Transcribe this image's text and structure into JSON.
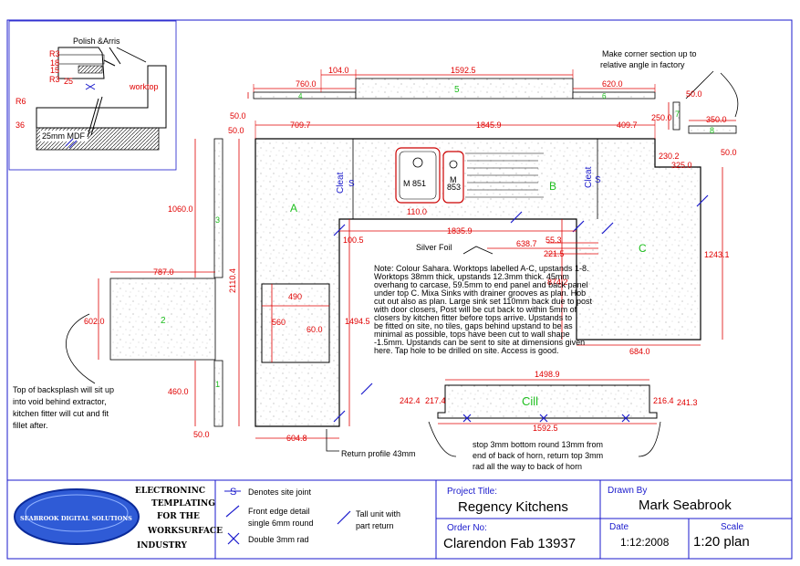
{
  "detail": {
    "polish_label": "Polish &Arris",
    "r3_a": "R3",
    "r3_b": "R3",
    "d18": "18",
    "d15": "15",
    "d25": "25",
    "r6": "R6",
    "d36": "36",
    "mdf": "25mm MDF",
    "worktop_small": "worktop"
  },
  "top_pieces": {
    "d104": "104.0",
    "d1592_5": "1592.5",
    "d760": "760.0",
    "d620": "620.0",
    "d50_a": "50.0",
    "lbl4": "4",
    "lbl5": "5",
    "lbl6": "6",
    "corner_note_1": "Make corner section up to",
    "corner_note_2": "relative angle in factory",
    "d50_b": "50.0",
    "d250": "250.0",
    "lbl7": "7",
    "d350": "350.0",
    "lbl8": "8",
    "d50_c": "50.0"
  },
  "main": {
    "d50_top": "50.0",
    "d709_7": "709.7",
    "d1845_9": "1845.9",
    "d409_7": "409.7",
    "d230_2": "230.2",
    "d325": "325.0",
    "lblA": "A",
    "lblB": "B",
    "lblC": "C",
    "cleat1": "Cleat",
    "cleat2": "Cleat",
    "s1": "S",
    "s2": "S",
    "sink1": "M 851",
    "sink2": "M",
    "sink2b": "853",
    "d110": "110.0",
    "d1835_9": "1835.9",
    "d100_5": "100.5",
    "silver": "Silver Foil",
    "d638_7": "638.7",
    "d55_3": "55.3",
    "d221_5": "221.5",
    "d1060": "1060.0",
    "lbl3": "3",
    "d2110_4": "2110.4",
    "d787": "787.0",
    "d602": "602.0",
    "lbl2": "2",
    "d490": "490",
    "d560": "560",
    "d60": "60.0",
    "d1494_5": "1494.5",
    "d874_2": "874.2",
    "d1243_1": "1243.1",
    "d684": "684.0",
    "d460": "460.0",
    "lbl1": "1",
    "d50_bottom": "50.0",
    "d604_8": "604.8",
    "return_profile": "Return profile 43mm",
    "backsplash_note": [
      "Top of backsplash will sit up",
      "into void behind extractor,",
      "kitchen fitter will cut and fit",
      "fillet after."
    ],
    "note_lines": [
      "Note: Colour Sahara. Worktops labelled A-C, upstands 1-8.",
      "Worktops 38mm thick, upstands 12.3mm thick. 45mm",
      "overhang to carcase, 59.5mm to end panel and back panel",
      "under top C. Mixa Sinks with drainer grooves as plan. Hob",
      "cut out also as plan. Large sink set 110mm back due to post",
      "with door closers, Post will be cut back to within 5mm of",
      "closers by kitchen fitter before tops arrive. Upstands to",
      "be fitted on site, no tiles, gaps behind upstand to be as",
      "minimal as possible, tops have been cut to wall shape",
      "-1.5mm. Upstands can be sent to site at dimensions given",
      "here. Tap hole to be drilled on site. Access is good."
    ]
  },
  "cill": {
    "d1498_9": "1498.9",
    "d242_4": "242.4",
    "d217_4": "217.4",
    "lbl": "Cill",
    "d216_4": "216.4",
    "d241_3": "241.3",
    "d1592_5": "1592.5",
    "note": [
      "stop 3mm bottom round 13mm from",
      "end of back of horn, return top 3mm",
      "rad all the way to back of horn"
    ]
  },
  "title_block": {
    "logo_text": "SEABROOK DIGITAL SOLUTIONS",
    "etsw": [
      "ELECTRONINC",
      "TEMPLATING",
      "FOR THE",
      "WORKSURFACE",
      "INDUSTRY"
    ],
    "legend_site_joint": "Denotes site joint",
    "legend_front_edge_1": "Front edge detail",
    "legend_front_edge_2": "single 6mm round",
    "legend_double": "Double 3mm rad",
    "legend_tall_1": "Tall unit with",
    "legend_tall_2": "part return",
    "project_title_label": "Project Title:",
    "project_title": "Regency Kitchens",
    "order_label": "Order No:",
    "order": "Clarendon Fab 13937",
    "drawn_by_label": "Drawn By",
    "drawn_by": "Mark Seabrook",
    "date_label": "Date",
    "date": "1:12:2008",
    "scale_label": "Scale",
    "scale": "1:20 plan"
  },
  "colors": {
    "frame": "#1a1acc",
    "dimension": "#e00000",
    "label": "#1fbf1f"
  }
}
